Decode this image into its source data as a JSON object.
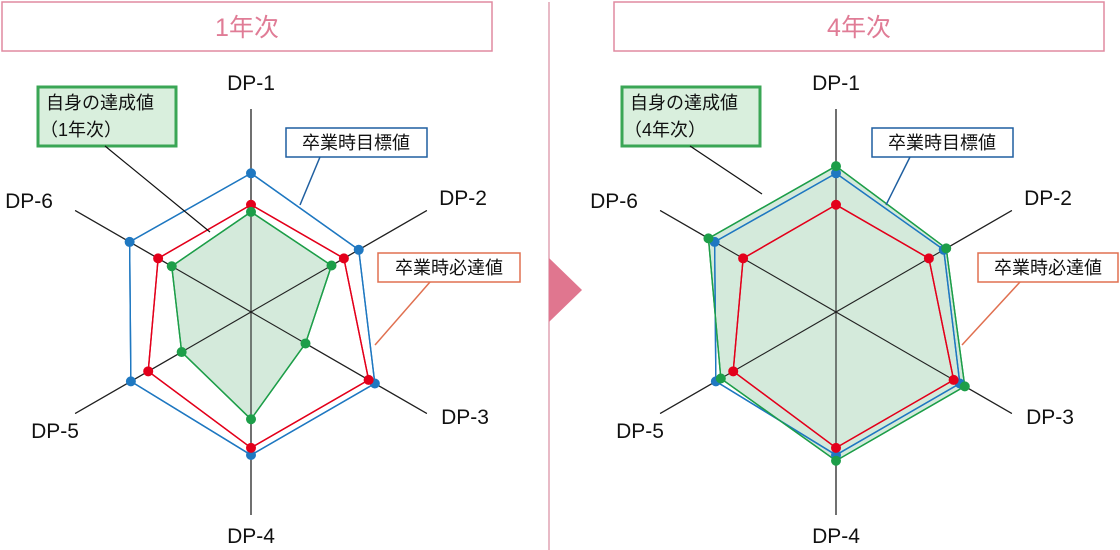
{
  "colors": {
    "header_border": "#e08aa0",
    "header_text": "#e07c96",
    "divider": "#d98ca0",
    "arrow": "#e0768f",
    "target_blue": "#1f78c1",
    "required_red": "#e3001b",
    "self_green": "#1d9e49",
    "self_fill": "#cfe8d7",
    "self_box_fill": "#d9efdd",
    "self_box_border": "#3aa655",
    "target_box_border": "#1f5fa0",
    "required_box_border": "#e07050",
    "axis": "#222222"
  },
  "chart_data": [
    {
      "type": "radar",
      "title": "1年次",
      "axes": [
        "DP-1",
        "DP-2",
        "DP-3",
        "DP-4",
        "DP-5",
        "DP-6"
      ],
      "rmax": 1,
      "series": [
        {
          "name": "卒業時目標値",
          "values": [
            0.97,
            0.87,
            1.0,
            1.0,
            0.97,
            0.98
          ]
        },
        {
          "name": "卒業時必達値",
          "values": [
            0.75,
            0.75,
            0.95,
            0.95,
            0.83,
            0.75
          ]
        },
        {
          "name": "自身の達成値（1年次）",
          "values": [
            0.7,
            0.65,
            0.44,
            0.75,
            0.56,
            0.64
          ]
        }
      ],
      "labels": {
        "self": [
          "自身の達成値",
          "（1年次）"
        ],
        "target": "卒業時目標値",
        "required": "卒業時必達値"
      }
    },
    {
      "type": "radar",
      "title": "4年次",
      "axes": [
        "DP-1",
        "DP-2",
        "DP-3",
        "DP-4",
        "DP-5",
        "DP-6"
      ],
      "rmax": 1,
      "series": [
        {
          "name": "卒業時目標値",
          "values": [
            0.97,
            0.87,
            1.0,
            1.0,
            0.97,
            0.98
          ]
        },
        {
          "name": "卒業時必達値",
          "values": [
            0.75,
            0.75,
            0.95,
            0.95,
            0.83,
            0.75
          ]
        },
        {
          "name": "自身の達成値（4年次）",
          "values": [
            1.02,
            0.89,
            1.04,
            1.04,
            0.93,
            1.03
          ]
        }
      ],
      "labels": {
        "self": [
          "自身の達成値",
          "（4年次）"
        ],
        "target": "卒業時目標値",
        "required": "卒業時必達値"
      }
    }
  ]
}
